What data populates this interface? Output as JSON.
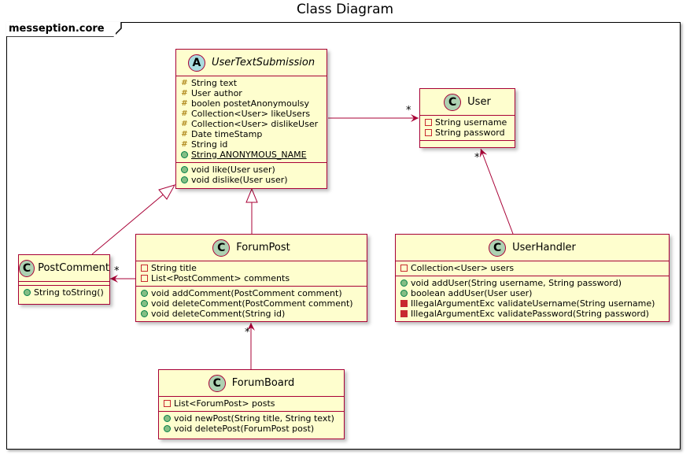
{
  "title": "Class Diagram",
  "package": {
    "name": "messeption.core"
  },
  "classes": {
    "user_text_submission": {
      "stereotype_letter": "A",
      "name": "UserTextSubmission",
      "fields": [
        {
          "vis": "protected",
          "text": "String text"
        },
        {
          "vis": "protected",
          "text": "User author"
        },
        {
          "vis": "protected",
          "text": "boolen postetAnonymoulsy"
        },
        {
          "vis": "protected",
          "text": "Collection<User> likeUsers"
        },
        {
          "vis": "protected",
          "text": "Collection<User> dislikeUser"
        },
        {
          "vis": "protected",
          "text": "Date timeStamp"
        },
        {
          "vis": "protected",
          "text": "String id"
        },
        {
          "vis": "public",
          "text": "String ANONYMOUS_NAME",
          "static": true
        }
      ],
      "methods": [
        {
          "vis": "public",
          "text": "void like(User user)"
        },
        {
          "vis": "public",
          "text": "void dislike(User user)"
        }
      ]
    },
    "user": {
      "stereotype_letter": "C",
      "name": "User",
      "fields": [
        {
          "vis": "private",
          "text": "String username"
        },
        {
          "vis": "private",
          "text": "String password"
        }
      ],
      "methods": []
    },
    "post_comment": {
      "stereotype_letter": "C",
      "name": "PostComment",
      "fields": [],
      "methods": [
        {
          "vis": "public",
          "text": "String toString()"
        }
      ]
    },
    "forum_post": {
      "stereotype_letter": "C",
      "name": "ForumPost",
      "fields": [
        {
          "vis": "private",
          "text": "String title"
        },
        {
          "vis": "private",
          "text": "List<PostComment> comments"
        }
      ],
      "methods": [
        {
          "vis": "public",
          "text": "void addComment(PostComment comment)"
        },
        {
          "vis": "public",
          "text": "void deleteComment(PostComment comment)"
        },
        {
          "vis": "public",
          "text": "void deleteComment(String id)"
        }
      ]
    },
    "user_handler": {
      "stereotype_letter": "C",
      "name": "UserHandler",
      "fields": [
        {
          "vis": "private",
          "text": "Collection<User> users"
        }
      ],
      "methods": [
        {
          "vis": "public",
          "text": "void addUser(String username, String password)"
        },
        {
          "vis": "public",
          "text": "boolean addUser(User user)"
        },
        {
          "vis": "private",
          "text": "IllegalArgumentExc validateUsername(String username)"
        },
        {
          "vis": "private",
          "text": "IllegalArgumentExc validatePassword(String password)"
        }
      ]
    },
    "forum_board": {
      "stereotype_letter": "C",
      "name": "ForumBoard",
      "fields": [
        {
          "vis": "private",
          "text": "List<ForumPost> posts"
        }
      ],
      "methods": [
        {
          "vis": "public",
          "text": "void newPost(String title, String text)"
        },
        {
          "vis": "public",
          "text": "void deletePost(ForumPost post)"
        }
      ]
    }
  },
  "multiplicities": {
    "user_from_submission": "*",
    "user_from_handler": "*",
    "postcomment_from_forumpost": "*",
    "forumpost_from_forumboard": "*"
  },
  "colors": {
    "class_fill": "#fefece",
    "class_border": "#a80036",
    "edge": "#a80036",
    "class_circle": "#add1b2",
    "abstract_circle": "#a9dcdf"
  }
}
